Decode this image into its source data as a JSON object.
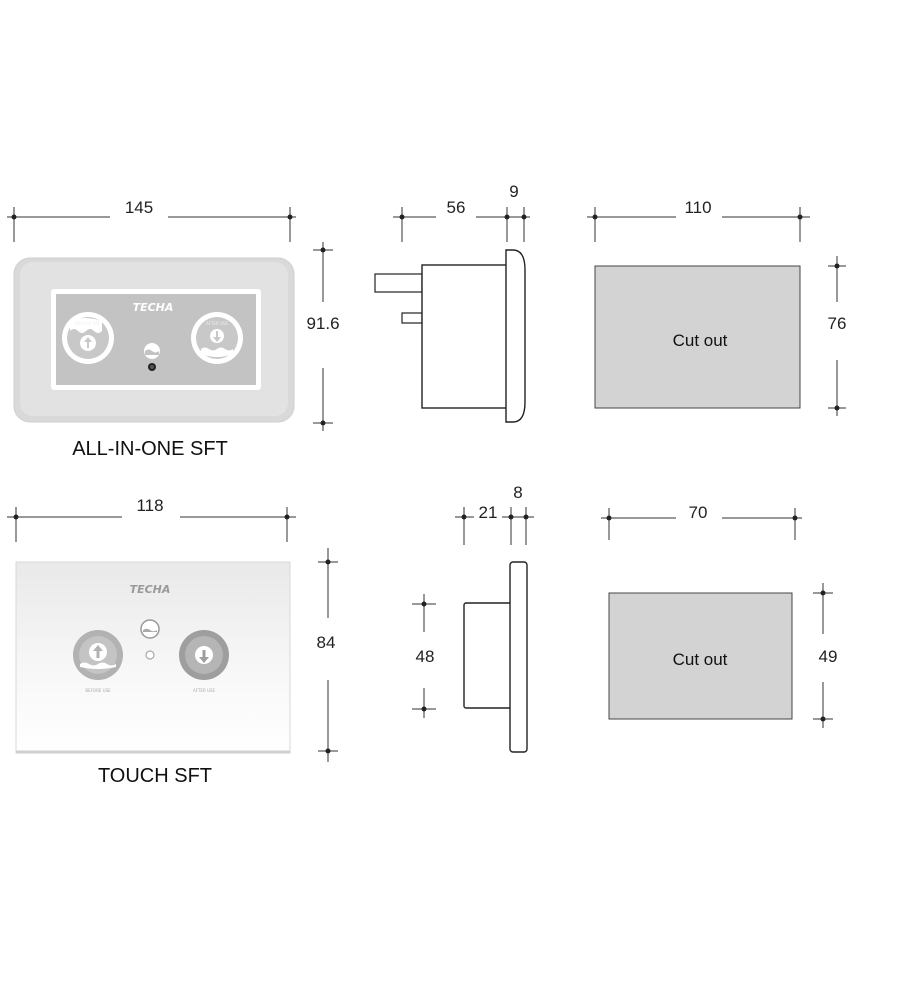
{
  "products": [
    {
      "name": "ALL-IN-ONE SFT",
      "brand": "TECHA",
      "button_labels": [
        "BEFORE USE",
        "AFTER USE"
      ],
      "front": {
        "width": "145",
        "height": "91.6"
      },
      "side": {
        "depth": "56",
        "bezel": "9"
      },
      "cutout": {
        "label": "Cut out",
        "width": "110",
        "height": "76"
      }
    },
    {
      "name": "TOUCH SFT",
      "brand": "TECHA",
      "button_labels": [
        "BEFORE USE",
        "AFTER USE"
      ],
      "front": {
        "width": "118",
        "height": "84"
      },
      "side": {
        "depth": "21",
        "bezel": "8",
        "body_height": "48"
      },
      "cutout": {
        "label": "Cut out",
        "width": "70",
        "height": "49"
      }
    }
  ],
  "colors": {
    "panel_outer": "#dcdcdc",
    "panel_inner": "#c2c2c2",
    "cutout_fill": "#d2d2d2",
    "touch_button": "#b0b0b0",
    "line": "#222222"
  }
}
